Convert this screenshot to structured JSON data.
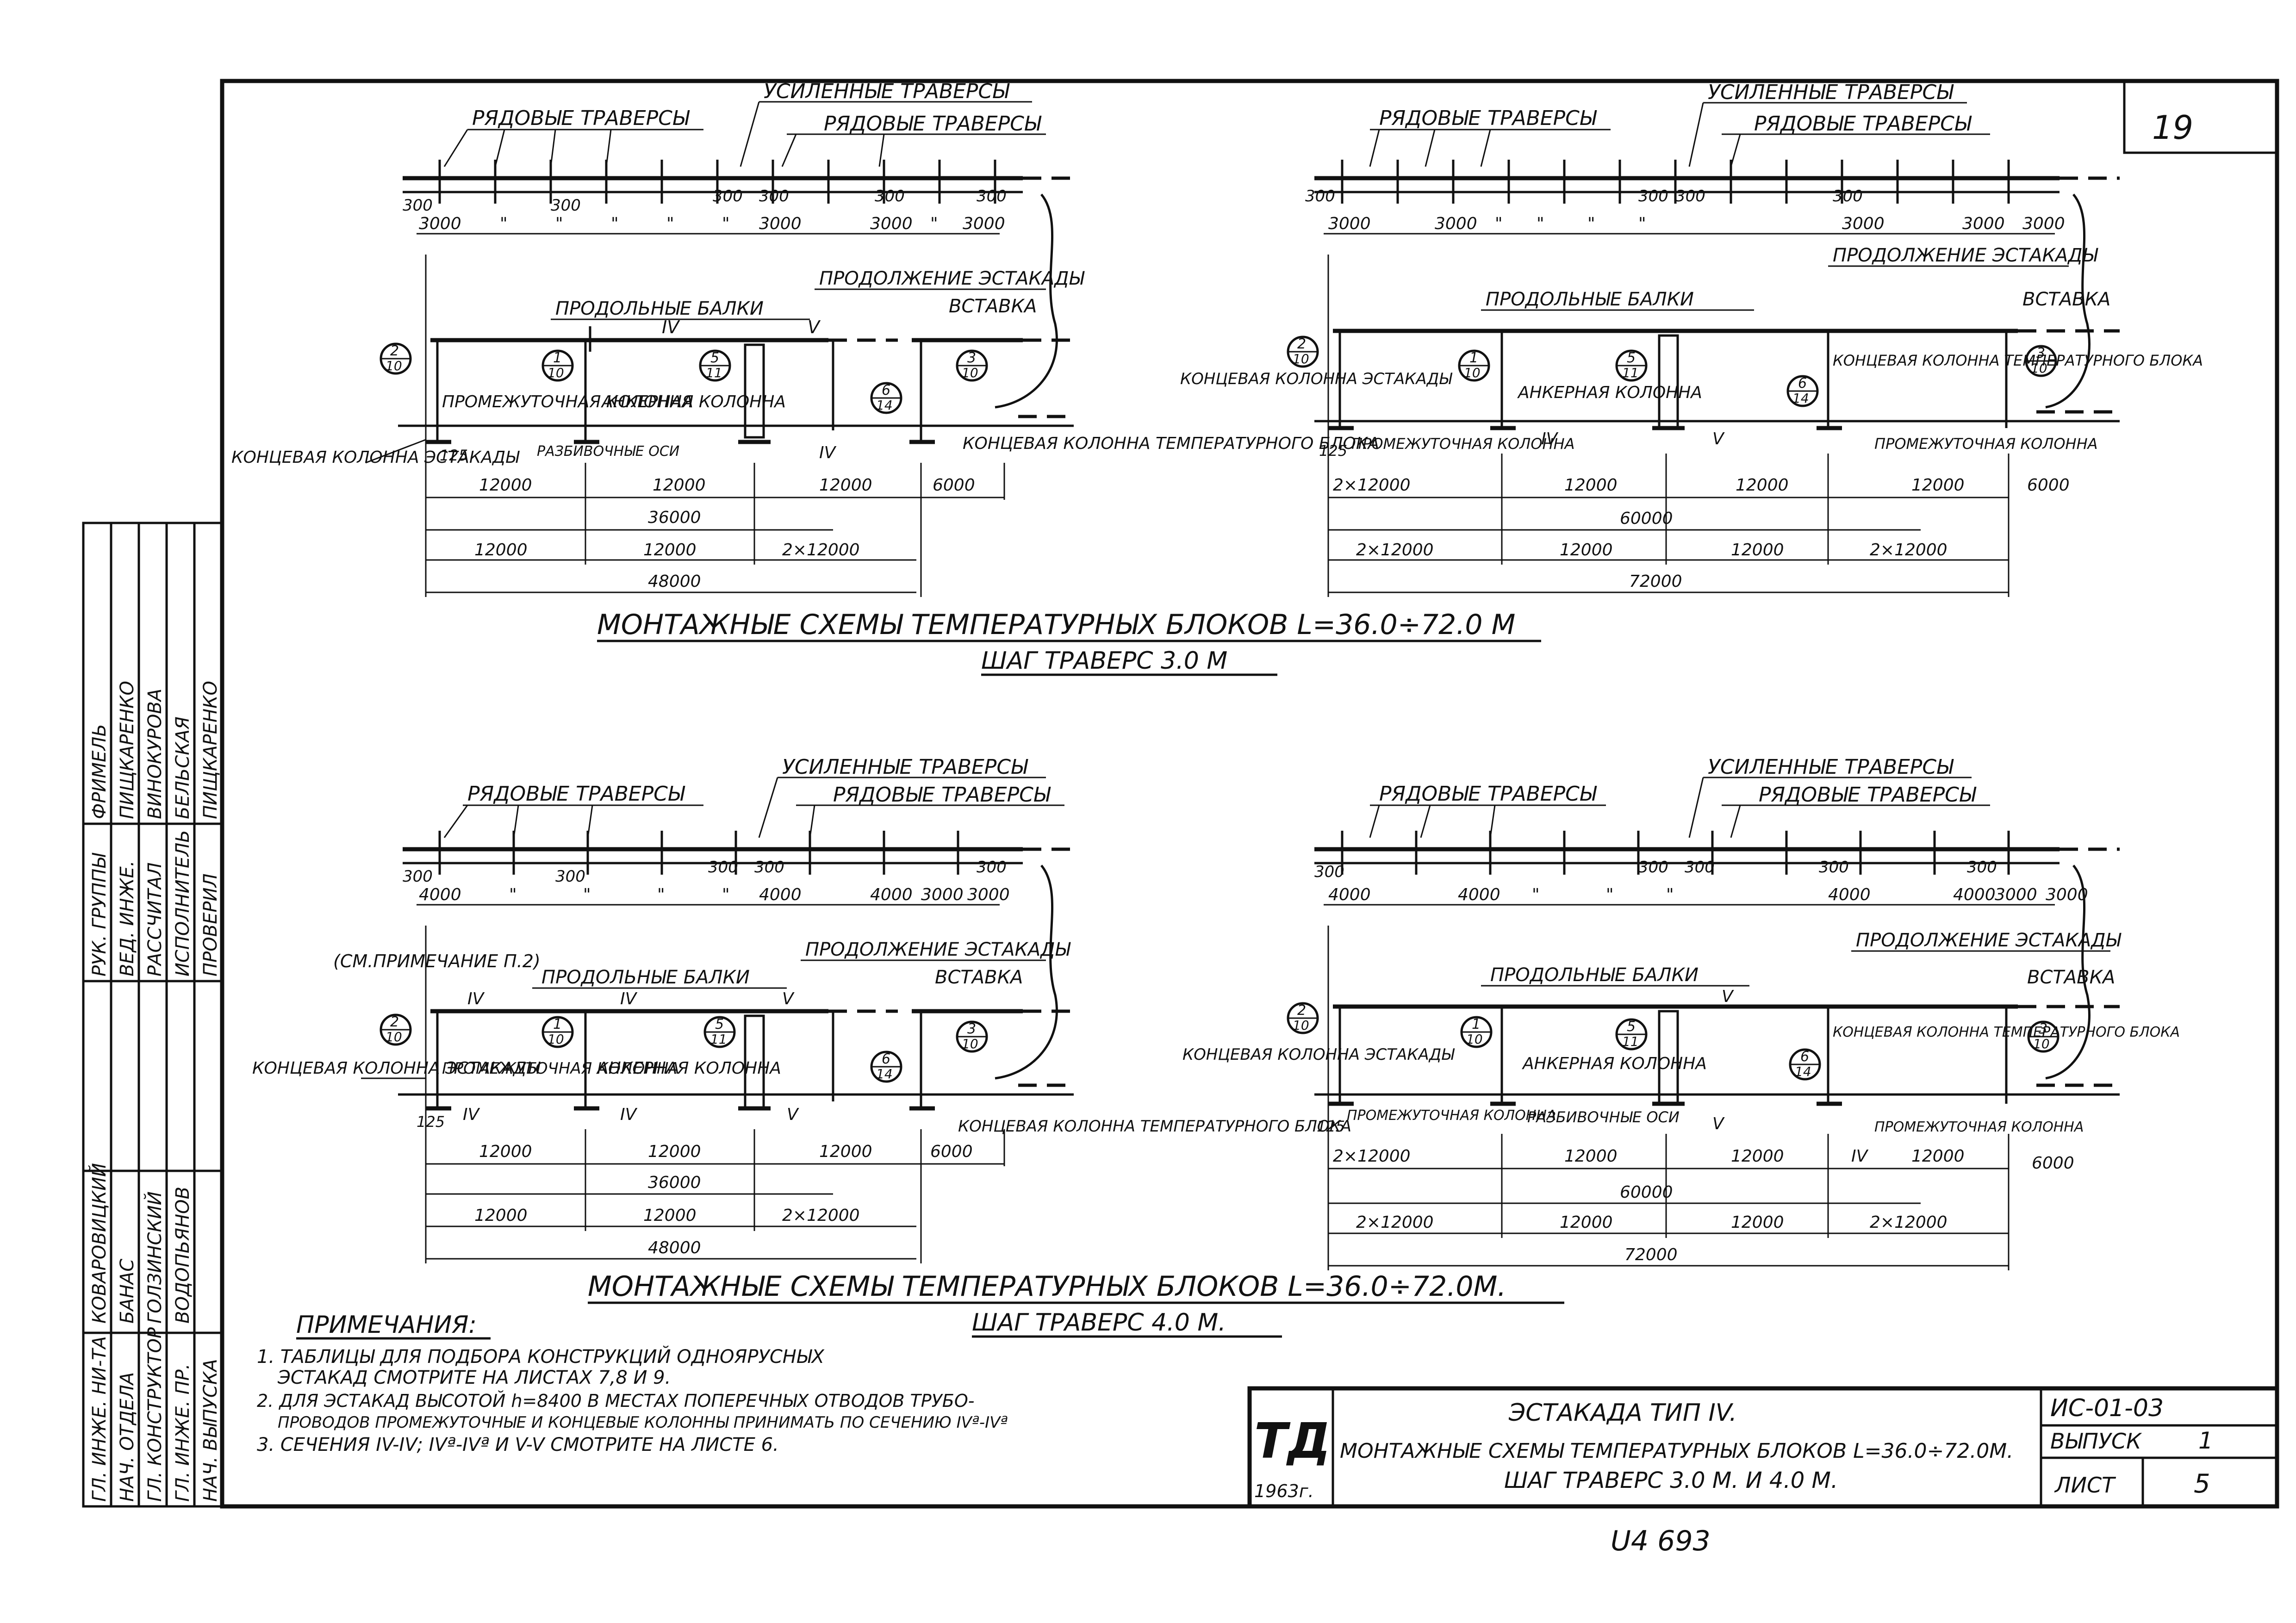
{
  "sheet_number": "19",
  "handwritten_note": "U4 693",
  "labels": {
    "ordinary_traverses": "РЯДОВЫЕ ТРАВЕРСЫ",
    "reinforced_traverses": "УСИЛЕННЫЕ ТРАВЕРСЫ",
    "longitudinal_beams": "ПРОДОЛЬНЫЕ БАЛКИ",
    "continuation": "ПРОДОЛЖЕНИЕ ЭСТАКАДЫ",
    "insert": "ВСТАВКА",
    "end_column_trestle": "КОНЦЕВАЯ КОЛОННА ЭСТАКАДЫ",
    "end_column_block": "КОНЦЕВАЯ КОЛОННА ТЕМПЕРАТУРНОГО БЛОКА",
    "intermediate_column": "ПРОМЕЖУТОЧНАЯ КОЛОННА",
    "anchor_column": "АНКЕРНАЯ КОЛОННА",
    "alignment_axes": "РАЗБИВОЧНЫЕ ОСИ",
    "see_note": "(СМ.ПРИМЕЧАНИЕ П.2)"
  },
  "marks": {
    "m2_10": [
      "2",
      "10"
    ],
    "m1_10": [
      "1",
      "10"
    ],
    "m5_11": [
      "5",
      "11"
    ],
    "m6_14": [
      "6",
      "14"
    ],
    "m3_10": [
      "3",
      "10"
    ]
  },
  "sections": {
    "iv": "IV",
    "v": "V"
  },
  "dims": {
    "d125": "125",
    "d300": "300",
    "d3000": "3000",
    "d4000": "4000",
    "ditto": "\"",
    "d6000": "6000",
    "d12000": "12000",
    "d2x12000": "2×12000",
    "d36000": "36000",
    "d48000": "48000",
    "d60000": "60000",
    "d72000": "72000"
  },
  "captions": {
    "title1": "МОНТАЖНЫЕ СХЕМЫ ТЕМПЕРАТУРНЫХ БЛОКОВ L=36.0÷72.0 М",
    "subtitle1": "ШАГ ТРАВЕРС 3.0 М",
    "title2": "МОНТАЖНЫЕ СХЕМЫ ТЕМПЕРАТУРНЫХ БЛОКОВ L=36.0÷72.0М.",
    "subtitle2": "ШАГ ТРАВЕРС 4.0 М."
  },
  "notes": {
    "heading": "ПРИМЕЧАНИЯ:",
    "n1a": "1. ТАБЛИЦЫ ДЛЯ ПОДБОРА КОНСТРУКЦИЙ ОДНОЯРУСНЫХ",
    "n1b": "ЭСТАКАД СМОТРИТЕ НА ЛИСТАХ 7,8 И 9.",
    "n2a": "2. ДЛЯ ЭСТАКАД ВЫСОТОЙ h=8400 В МЕСТАХ ПОПЕРЕЧНЫХ ОТВОДОВ ТРУБО-",
    "n2b": "ПРОВОДОВ ПРОМЕЖУТОЧНЫЕ И КОНЦЕВЫЕ КОЛОННЫ ПРИНИМАТЬ ПО СЕЧЕНИЮ IVª-IVª",
    "n3": "3. СЕЧЕНИЯ IV-IV; IVª-IVª И V-V СМОТРИТЕ НА ЛИСТЕ 6."
  },
  "titleblock": {
    "logo": "ТД",
    "year": "1963г.",
    "line1": "ЭСТАКАДА ТИП IV.",
    "line2": "МОНТАЖНЫЕ СХЕМЫ ТЕМПЕРАТУРНЫХ БЛОКОВ L=36.0÷72.0М.",
    "line3": "ШАГ ТРАВЕРС 3.0 М. И 4.0 М.",
    "code": "ИС-01-03",
    "issue_label": "ВЫПУСК",
    "issue": "1",
    "sheet_label": "ЛИСТ",
    "sheet": "5"
  },
  "stamp": {
    "roles": [
      "ГЛ. ИНЖЕ. НИ-ТА",
      "НАЧ. ОТДЕЛА",
      "ГЛ. КОНСТРУКТОР",
      "ГЛ. ИНЖЕ. ПР.",
      "НАЧ. ВЫПУСКА",
      "РУК. ГРУППЫ",
      "ВЕД. ИНЖЕ.",
      "РАССЧИТАЛ",
      "ИСПОЛНИТЕЛЬ",
      "ПРОВЕРИЛ"
    ],
    "names": [
      "КОВАРОВИЦКИЙ",
      "БАНАС",
      "ГОЛЗИНСКИЙ",
      "ВОДОПЬЯНОВ",
      "",
      "ФРИМЕЛЬ",
      "ПИЩКАРЕНКО",
      "ВИНОКУРОВА",
      "БЕЛЬСКАЯ",
      "ПИЩКАРЕНКО"
    ]
  }
}
